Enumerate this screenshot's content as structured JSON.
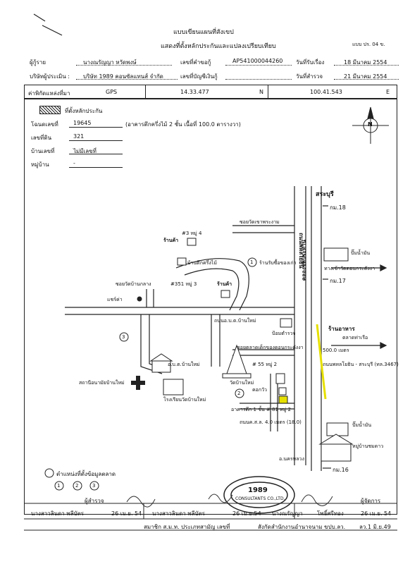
{
  "header": {
    "title": "แบบเขียนแผนที่สังเขป",
    "subtitle": "แสดงที่ตั้งหลักประกันและแปลงเปรียบเทียบ",
    "form_code": "แบบ ปร. 04 ข."
  },
  "info": {
    "borrower_label": "ผู้กู้ราย",
    "borrower_value": "นางณรัญญา   หวัดพงษ์",
    "loan_no_label": "เลขที่คำขอกู้",
    "loan_no_value": "AP541000044260",
    "received_label": "วันที่รับเรื่อง",
    "received_value": "18 มีนาคม 2554",
    "appraiser_co_label": "บริษัทผู้ประเมิน :",
    "appraiser_co_value": "บริษัท 1989 คอนซัลแทนส์ จำกัด",
    "account_label": "เลขที่บัญชีเงินกู้",
    "survey_label": "วันที่สำรวจ",
    "survey_value": "21 มีนาคม 2554"
  },
  "coords": {
    "label": "ค่าพิกัดแหล่งที่มา",
    "source": "GPS",
    "lat": "14.33.477",
    "n": "N",
    "lon": "100.41.543",
    "e": "E"
  },
  "legend": {
    "collateral_label": "ที่ตั้งหลักประกัน",
    "deed_label": "โฉนดเลขที่",
    "deed_value": "19645",
    "deed_note": "(อาคารตึกครึ่งไม้ 2 ชั้น  เนื้อที่ 100.0 ตารางวา)",
    "land_no_label": "เลขที่ดิน",
    "land_no_value": "321",
    "house_label": "บ้านเลขที่",
    "house_value": "ไม่มีเลขที่",
    "village_label": "หมู่บ้าน",
    "village_value": "-"
  },
  "map": {
    "saraburi": "สระบุรี",
    "km18": "กม.18",
    "km17": "กม.17",
    "km16": "กม.16",
    "main_road": "ถนนพหลโยธิน",
    "canal": "คลองชลประทาน",
    "soi_khao_yai": "ซอยวัดเขาพระงาม",
    "house_4": "#3 หมู่ 4",
    "ran_kha_1": "ร้านค้า",
    "half_wood": "บ้านตึกครึ่งไม้",
    "recycle": "ร้านรับซื้อของเก่า",
    "gas": "ปั๊มน้ำมัน",
    "turn_sign": "ทางเข้าวัดดอนกระดังงา",
    "soi_ban_klang": "ซอยวัดบ้านกลาง",
    "house_351": "#351 หมู่ 3",
    "ran_kha_2": "ร้านค้า",
    "shop_3": "แชร์ค่า",
    "road_ban_mai": "ถนนอ.บ.ต.บ้านใหม่",
    "kiosk": "ป้อมตำรวจ",
    "restaurant": "ร้านอาหาร",
    "market": "ตลาดท่าเรือ",
    "soi_market": "ซอยตลาดเด็กของดอนกระดังงา",
    "obt": "อ.บ.ต.บ้านใหม่",
    "clinic": "สถานีอนามัยบ้านใหม่",
    "house_55": "# 55 หมู่ 2",
    "temple": "วัดบ้านใหม่",
    "school": "โรงเรียนวัดบ้านใหม่",
    "distance": "500.0 เมตร",
    "road_sign": "ถนนพหลโยธิน - สระบุรี (ทล.3467)",
    "bridge": "คอกวัว",
    "collateral_note": "อาคารตึก 1 ชั้น # 81 หมู่ 2",
    "road_width": "ถนนค.ส.ล. 4.0 เมตร (18.0)",
    "gas_2": "ปั๊มน้ำมัน",
    "village_2": "หมู่บ้านชมดาว",
    "nakhon_luang": "อ.นครหลวง",
    "n1": "1",
    "n2": "2",
    "n3": "3",
    "north": "N"
  },
  "comparisons": {
    "label": "ตำแหน่งที่ตั้งข้อมูลตลาด",
    "items": [
      "1",
      "2",
      "3"
    ]
  },
  "footer": {
    "surveyor_label": "ผู้สำรวจ",
    "manager_label": "ผู้จัดการ",
    "surveyor_name": "นางสาวลินดา    พลีบัตร",
    "surveyor_date": "26 เม.ย. 54",
    "checker_name": "นางสาวลินดา    พลีบัตร",
    "checker_date": "26 เม.ย.54",
    "approver_name": "นางณรัญญา",
    "approver_role": "โพธิ์ศรีทอง",
    "approver_date": "26 เม.ย. 54",
    "member_note": "สมาชิก ส.ม.ท. ประเภทสามัญ เลขที่",
    "member_note_2": "สังกัดสำนักงานอำนาจนาม ขปบ.ลว.",
    "member_date": "ลว.1 มิ.ย.49",
    "stamp_text": "1989",
    "stamp_sub": "CONSULTANTS CO.,LTD."
  }
}
